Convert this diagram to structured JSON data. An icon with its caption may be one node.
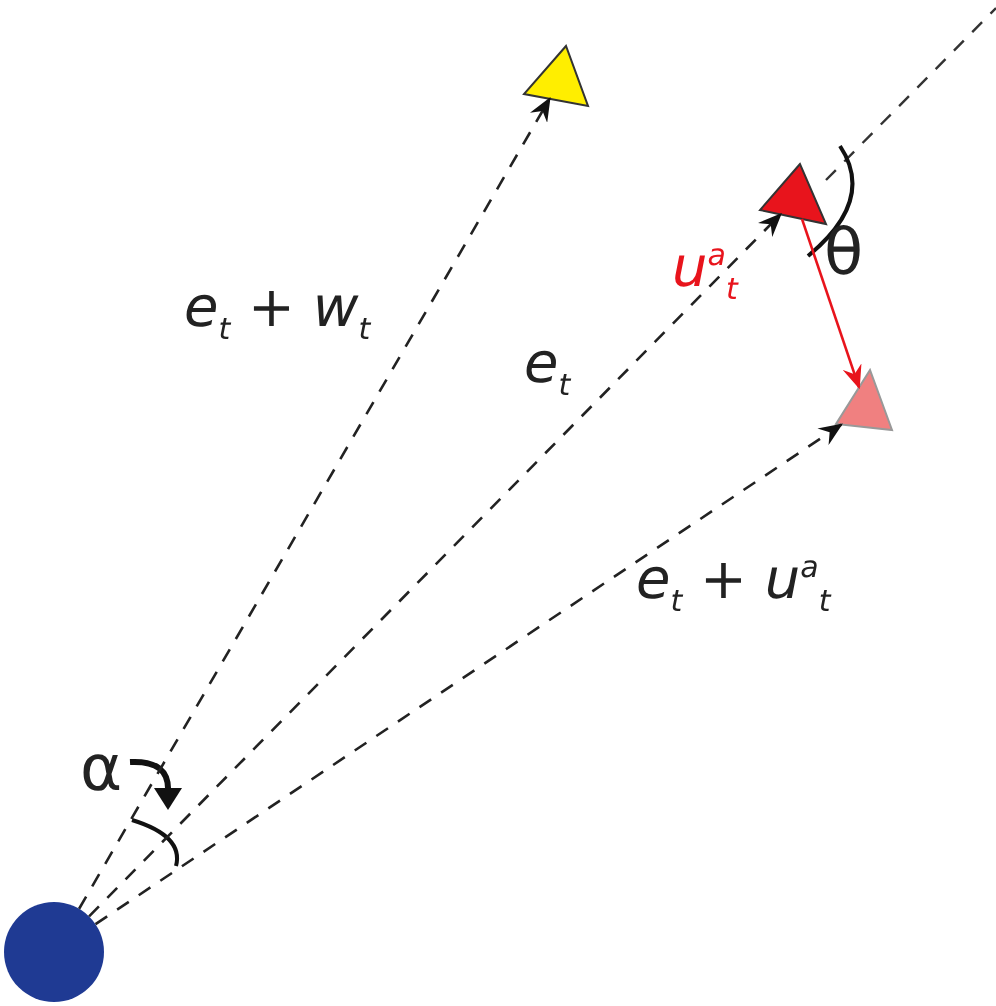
{
  "diagram": {
    "nodes": [
      {
        "text": [],
        "shape": "circle"
      },
      {
        "text": [],
        "shape": "triangle"
      },
      {
        "text": [],
        "shape": "triangle"
      },
      {
        "text": [],
        "shape": "triangle"
      }
    ],
    "edges": [
      {
        "from": 0,
        "to": 1,
        "arrow": "to",
        "style": "dashed",
        "label": "e$_{t}$ + w$_{t}$"
      },
      {
        "from": 0,
        "to": 2,
        "arrow": "to",
        "style": "dashed",
        "label": "e$_{t}$"
      },
      {
        "from": 2,
        "to": 3,
        "arrow": "to",
        "color": "#e8141c",
        "label": "u$^{a}$$_{t}$"
      },
      {
        "from": 0,
        "to": 3,
        "arrow": "to",
        "style": "dashed",
        "label": "e$_{t}$ + u$^{a}$$_{t}$"
      }
    ],
    "labels": [
      "θ",
      "α"
    ]
  }
}
